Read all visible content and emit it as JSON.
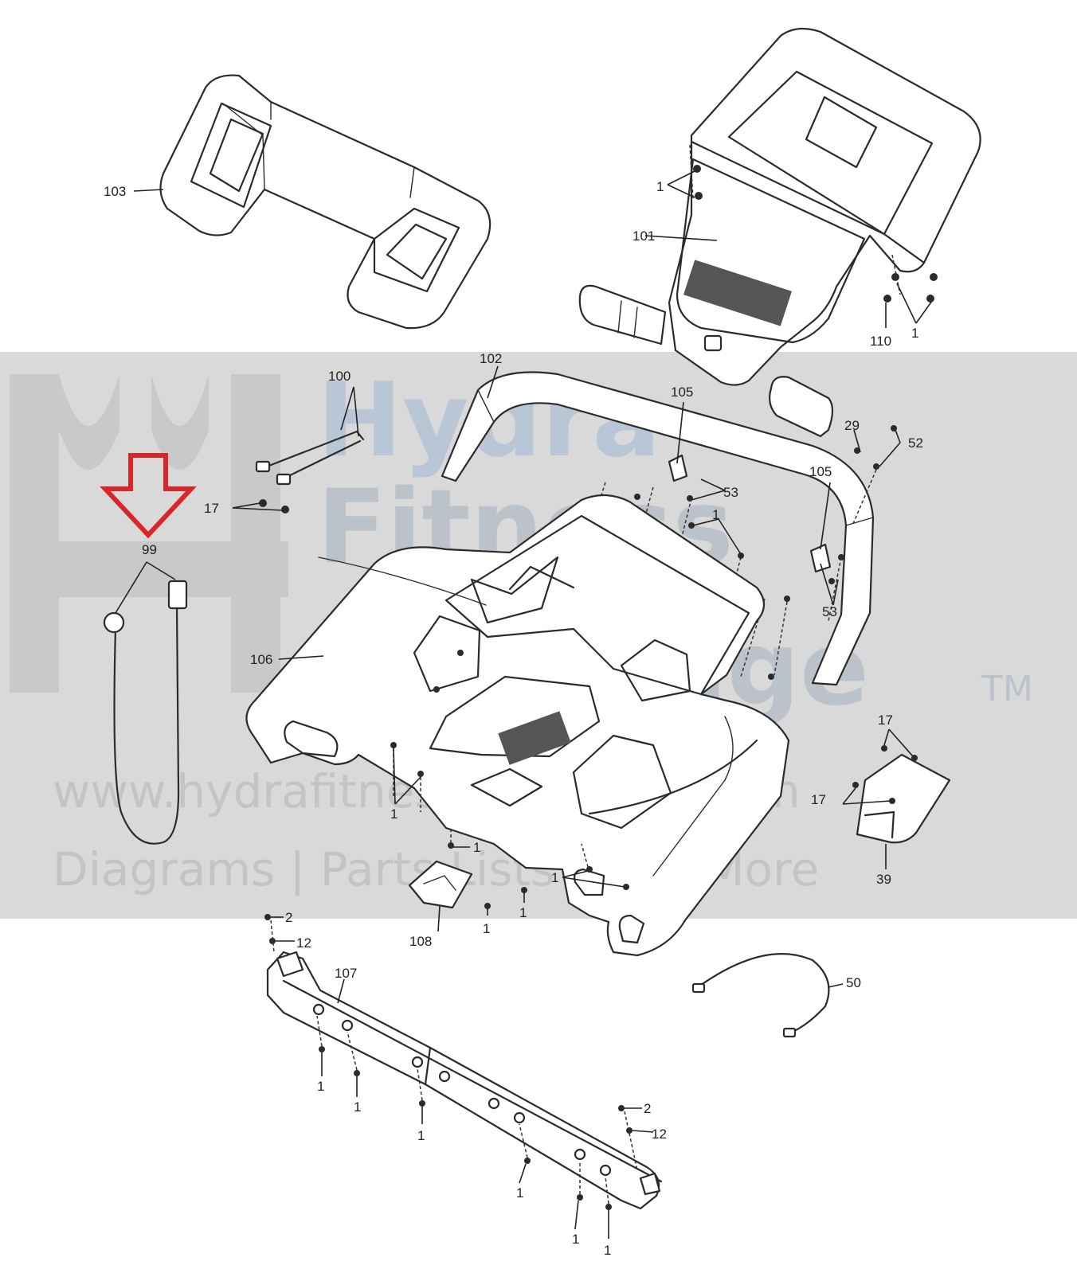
{
  "watermark": {
    "brand_line_1": "Hydra",
    "brand_line_2": "Fitness",
    "brand_line_3": "Exchange",
    "trademark": "TM",
    "url": "www.hydrafitnessexchange.com",
    "tagline": "Diagrams | Parts Lists | And More"
  },
  "highlight": {
    "color": "#d9262a",
    "part_number": "99"
  },
  "callouts": {
    "c103": "103",
    "c101": "101",
    "c1_top": "1",
    "c110": "110",
    "c1_top_right": "1",
    "c100": "100",
    "c102": "102",
    "c105_left": "105",
    "c29": "29",
    "c52": "52",
    "c17_left": "17",
    "c53_top": "53",
    "c105_right": "105",
    "c1_mid": "1",
    "c53_right": "53",
    "c106": "106",
    "c17_right_top": "17",
    "c17_right_low": "17",
    "c39": "39",
    "c1_left_low": "1",
    "c1_center": "1",
    "c1_center_right": "1",
    "c1_center_low_a": "1",
    "c1_center_low_b": "1",
    "c108": "108",
    "c2_top": "2",
    "c12_top": "12",
    "c107": "107",
    "c50": "50",
    "c1_bar_1": "1",
    "c1_bar_2": "1",
    "c1_bar_3": "1",
    "c2_bottom": "2",
    "c12_bottom": "12",
    "c1_bar_4": "1",
    "c1_bar_5": "1",
    "c1_bar_6": "1"
  }
}
